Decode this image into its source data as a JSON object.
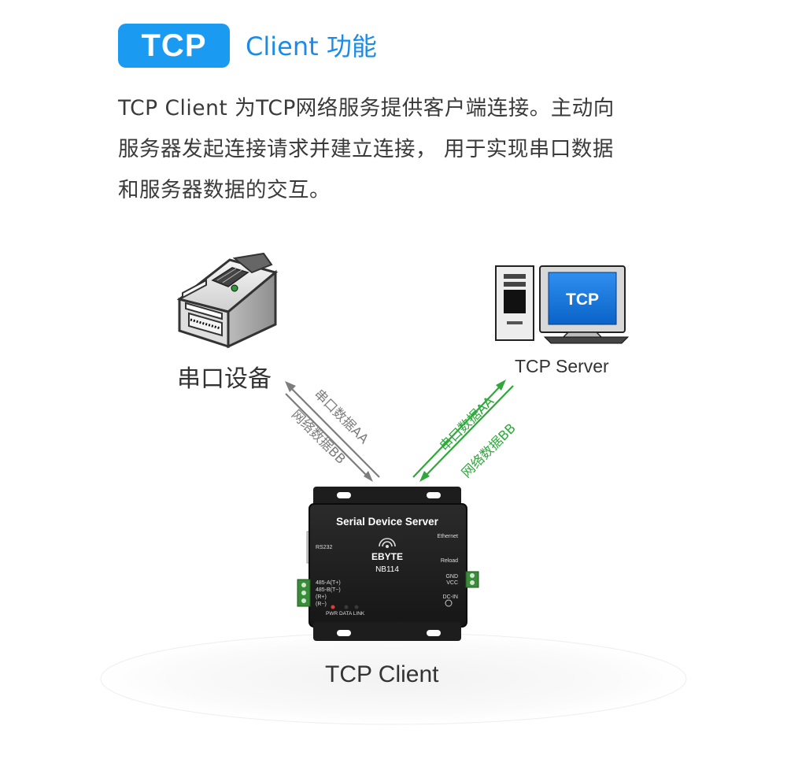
{
  "header": {
    "badge": "TCP",
    "title": "Client 功能"
  },
  "description": {
    "lines": [
      "TCP  Client  为TCP网络服务提供客户端连接。主动向",
      "服务器发起连接请求并建立连接，  用于实现串口数据",
      "和服务器数据的交互。"
    ]
  },
  "diagram": {
    "serial_device_label": "串口设备",
    "server_label": "TCP Server",
    "client_label": "TCP Client",
    "monitor_text": "TCP",
    "left_arrows": {
      "upper": "串口数据AA",
      "lower": "网络数据BB"
    },
    "right_arrows": {
      "upper": "串口数据AA",
      "lower": "网络数据BB"
    },
    "colors": {
      "left_arrow": "#7d7d7d",
      "right_arrow": "#2ea83a",
      "accent": "#1a9af0"
    },
    "device": {
      "title": "Serial Device Server",
      "brand": "EBYTE",
      "model": "NB114",
      "ports": {
        "rs232": "RS232",
        "ethernet": "Ethernet",
        "reload": "Reload",
        "gnd": "GND",
        "vcc": "VCC",
        "dcin": "DC-IN",
        "a": "485-A(T+)",
        "b": "485-B(T−)",
        "rp": "(R+)",
        "rn": "(R−)"
      },
      "leds": "PWR DATA LINK"
    }
  }
}
